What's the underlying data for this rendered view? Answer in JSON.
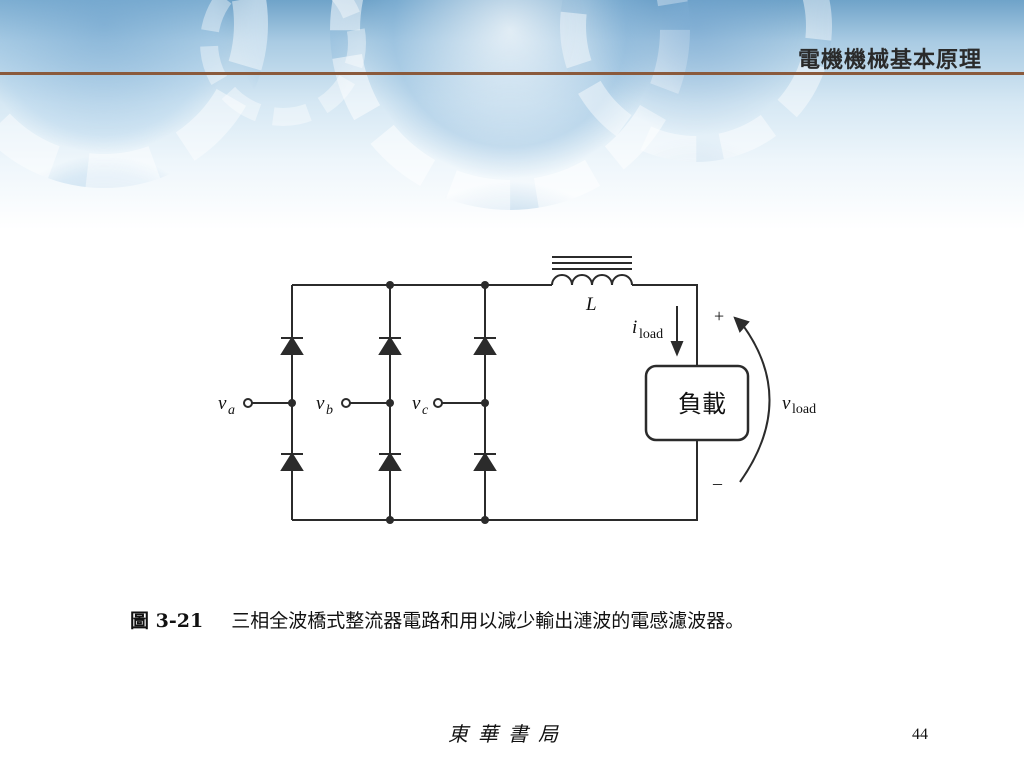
{
  "header": {
    "title": "電機機械基本原理"
  },
  "circuit": {
    "inductor_label": "L",
    "current_label_main": "i",
    "current_label_sub": "load",
    "load_label": "負載",
    "voltage_label_main": "v",
    "voltage_label_sub": "load",
    "plus_sign": "+",
    "minus_sign": "–",
    "inputs": [
      {
        "main": "v",
        "sub": "a"
      },
      {
        "main": "v",
        "sub": "b"
      },
      {
        "main": "v",
        "sub": "c"
      }
    ]
  },
  "caption": {
    "figure_label": "圖 3-21",
    "text": "三相全波橋式整流器電路和用以減少輸出漣波的電感濾波器。"
  },
  "footer": {
    "publisher": "東華書局",
    "page_number": "44"
  },
  "colors": {
    "wire": "#2b2b2b",
    "rule": "#8a5a3c"
  }
}
